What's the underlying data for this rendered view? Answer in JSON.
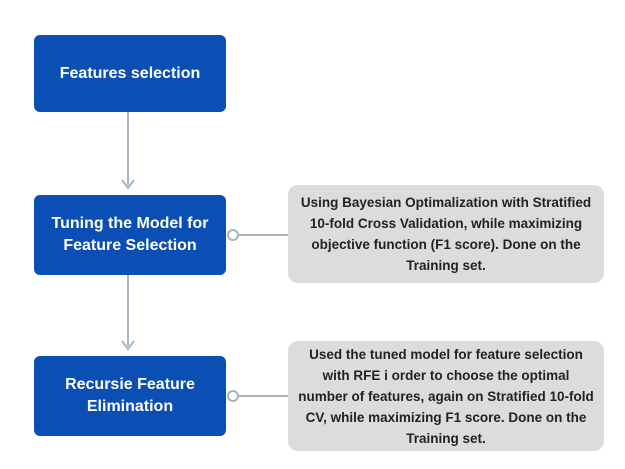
{
  "diagram": {
    "steps": [
      {
        "label": "Features selection"
      },
      {
        "label": "Tuning the Model for Feature Selection"
      },
      {
        "label": "Recursie Feature Elimination"
      }
    ],
    "notes": [
      {
        "text": "Using Bayesian Optimalization with Stratified 10-fold Cross Validation, while maximizing objective function (F1 score). Done on the Training set."
      },
      {
        "text": "Used the tuned model for feature selection with RFE i order to choose the optimal number of features, again on Stratified 10-fold CV, while maximizing F1 score. Done on the Training set."
      }
    ],
    "colors": {
      "step_fill": "#0b4fb5",
      "note_fill": "#dcdcdc",
      "connector": "#a8b4c0"
    }
  }
}
